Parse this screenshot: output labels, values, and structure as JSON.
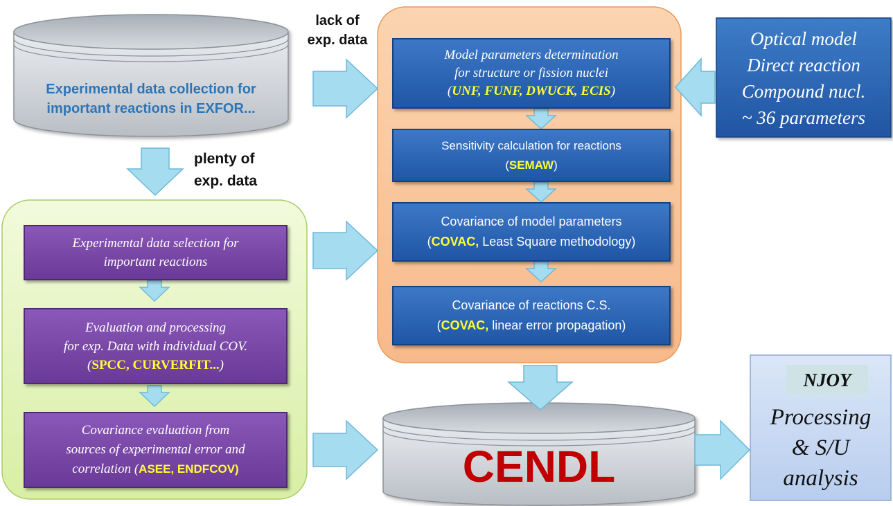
{
  "exfor_db": {
    "line1": "Experimental data collection for",
    "line2": "important reactions in EXFOR..."
  },
  "lack_label": {
    "line1": "lack of",
    "line2": "exp. data"
  },
  "plenty_label": {
    "line1": "plenty of",
    "line2": "exp. data"
  },
  "model_box": {
    "line1": "Model parameters determination",
    "line2": "for structure or fission nuclei",
    "codes_open": "(",
    "codes": "UNF, FUNF, DWUCK, ECIS",
    "codes_close": ")"
  },
  "sensitivity_box": {
    "line1": "Sensitivity calculation for  reactions",
    "code_open": "(",
    "code": "SEMAW",
    "code_close": ")"
  },
  "cov_model_box": {
    "line1": "Covariance of model parameters",
    "code_open": "(",
    "code": "COVAC,",
    "rest": " Least Square methodology)"
  },
  "cov_reactions_box": {
    "line1": "Covariance of reactions C.S.",
    "code_open": "(",
    "code": "COVAC,",
    "rest": " linear error propagation)"
  },
  "optical_box": {
    "line1": "Optical model",
    "line2": "Direct reaction",
    "line3": "Compound nucl.",
    "line4": "~ 36 parameters"
  },
  "exp_selection_box": {
    "line1": "Experimental  data selection for",
    "line2": "important reactions"
  },
  "evaluation_box": {
    "line1": "Evaluation and processing",
    "line2": "for exp. Data with individual  COV.",
    "code_open": "(",
    "code": "SPCC, CURVERFIT...",
    "code_close": ")"
  },
  "cov_eval_box": {
    "line1": "Covariance evaluation from",
    "line2": "sources of experimental error and",
    "line3_prefix": "correlation (",
    "code": "ASEE, ENDFCOV)"
  },
  "cendl_db": {
    "label": "CENDL"
  },
  "njoy_box": {
    "title": "NJOY",
    "line1": "Processing",
    "line2": "& S/U",
    "line3": "analysis"
  },
  "colors": {
    "arrow_fill": "#a6dcf0",
    "arrow_stroke": "#6fb8d8",
    "model_panel": "#f9c8a0",
    "exp_panel": "#e6f5c0",
    "blue_box": "#2a62b2",
    "purple_box": "#7a49aa",
    "highlight": "#ffff33",
    "cendl_red": "#c00000"
  }
}
